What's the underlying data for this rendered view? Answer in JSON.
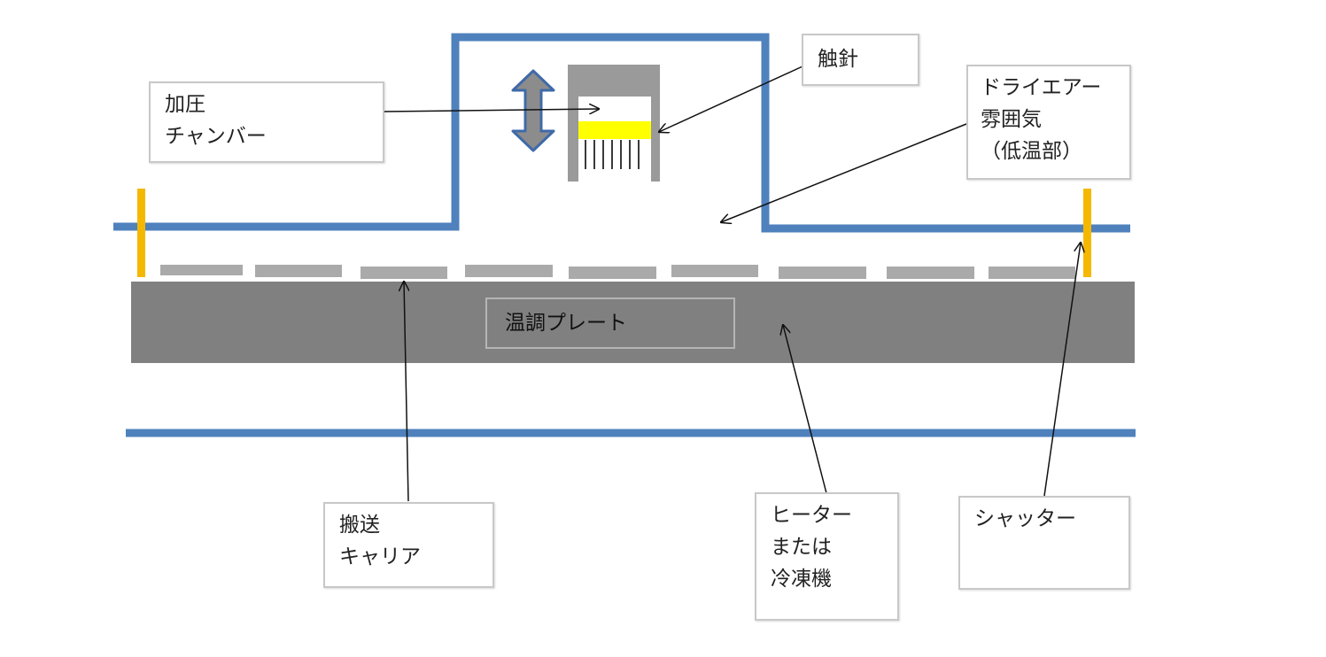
{
  "labels": {
    "pressure_chamber": [
      "加圧",
      "チャンバー"
    ],
    "stylus": [
      "触針"
    ],
    "dry_air": [
      "ドライエアー",
      "雰囲気",
      "（低温部）"
    ],
    "plate": "温調プレート",
    "carrier": [
      "搬送",
      "キャリア"
    ],
    "heater": [
      "ヒーター",
      "または",
      "冷凍機"
    ],
    "shutter": [
      "シャッター"
    ]
  },
  "colors": {
    "chamber_wall": "#4f81bd",
    "shutter": "#f5b800",
    "probe_head": "#ffff00",
    "plate": "#808080",
    "carrier": "#aaaaaa",
    "probe_frame": "#9a9a9a",
    "arrow_fill": "#8c8c8c",
    "arrow_stroke": "#3f6aa8"
  },
  "icons": {
    "motion_arrow": "double-vertical-arrow-icon"
  }
}
